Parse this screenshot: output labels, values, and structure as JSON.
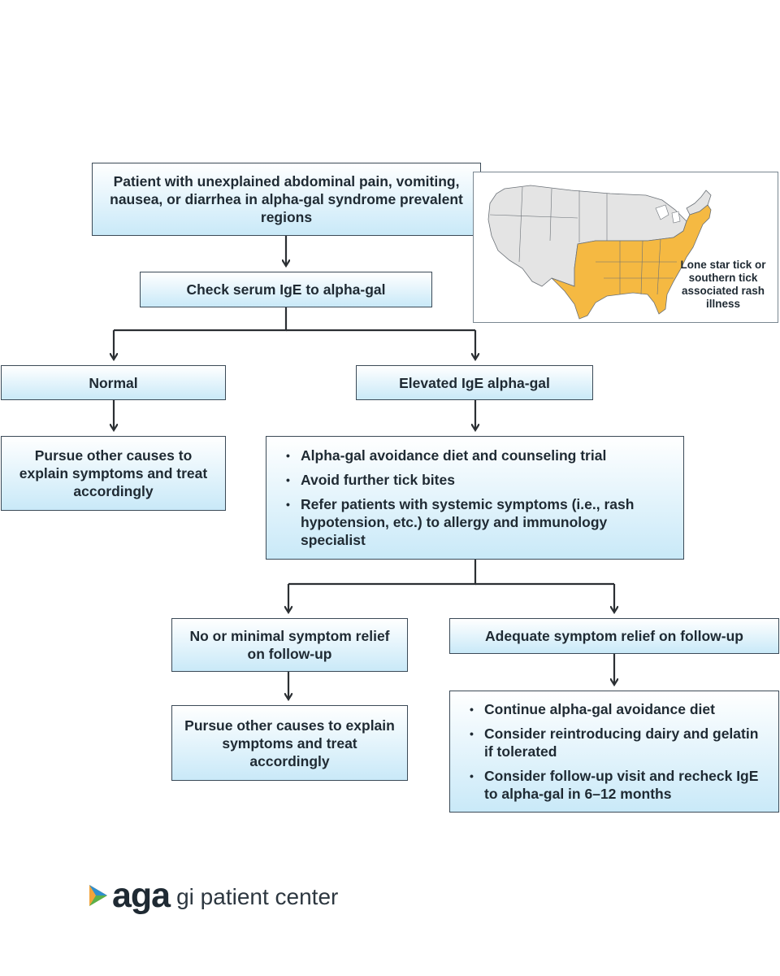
{
  "flowchart": {
    "start": "Patient with unexplained abdominal pain, vomiting, nausea, or diarrhea in alpha-gal syndrome prevalent regions",
    "check": "Check serum IgE to alpha-gal",
    "normal": "Normal",
    "elevated": "Elevated IgE alpha-gal",
    "pursue_other_1": "Pursue other causes to explain symptoms and treat accordingly",
    "management": [
      "Alpha-gal avoidance diet and counseling trial",
      "Avoid further tick bites",
      "Refer patients with systemic symptoms (i.e., rash hypotension, etc.) to allergy and immunology specialist"
    ],
    "no_relief": "No or minimal symptom relief on follow-up",
    "adequate_relief": "Adequate symptom relief on follow-up",
    "pursue_other_2": "Pursue other causes to explain symptoms and treat accordingly",
    "continue_steps": [
      "Continue alpha-gal avoidance diet",
      "Consider reintroducing dairy and gelatin if tolerated",
      "Consider follow-up visit and recheck IgE to alpha-gal in 6–12 months"
    ]
  },
  "map": {
    "caption": "Lone star tick or southern tick associated rash illness",
    "highlight_color": "#f5b942",
    "base_color": "#e4e4e4"
  },
  "logo": {
    "brand": "aga",
    "tagline": "gi patient center"
  },
  "colors": {
    "box_gradient_top": "#ffffff",
    "box_gradient_bottom": "#c9e9f8",
    "border": "#3b4a57",
    "arrow": "#2b2f33"
  }
}
